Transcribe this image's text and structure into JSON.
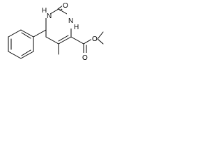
{
  "structure": {
    "atoms": {
      "nh_top": "H",
      "nh_top_n": "N",
      "carbonyl_o": "O",
      "nh_right": "H",
      "nh_right_n": "N",
      "ester_o_double": "O",
      "ester_o_single": "O"
    },
    "style": {
      "line_color": "#000000",
      "background": "#ffffff"
    }
  }
}
